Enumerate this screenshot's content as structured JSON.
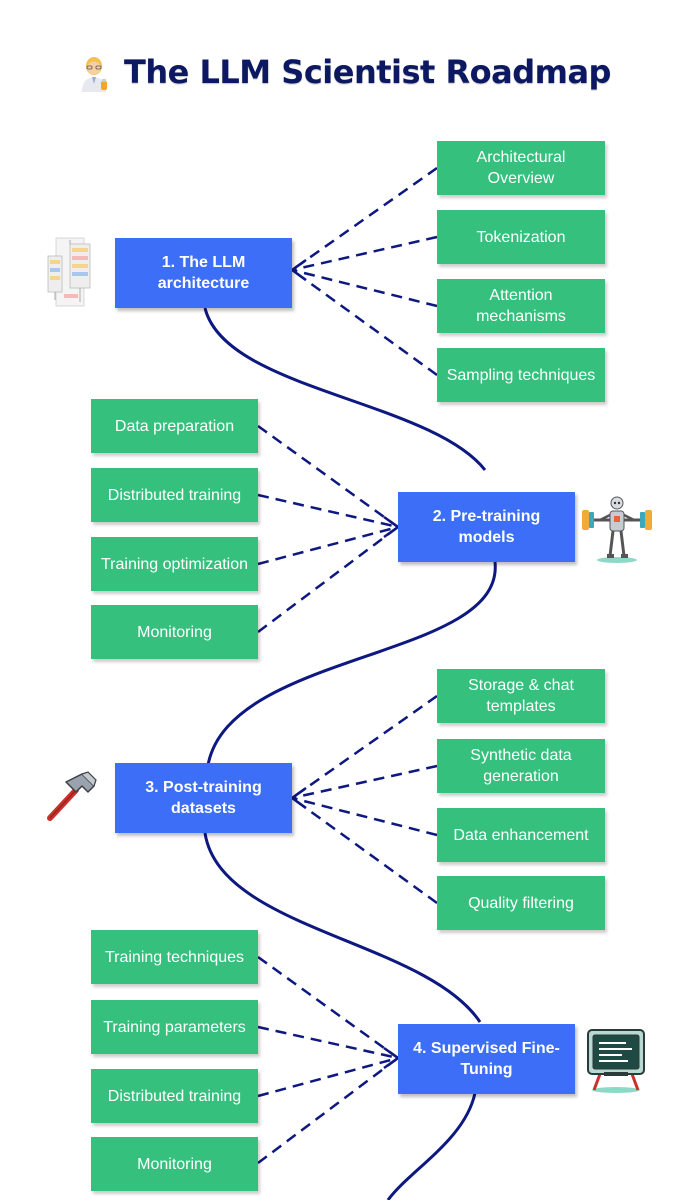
{
  "title": "The LLM Scientist Roadmap",
  "colors": {
    "main_node": "#3c6ef8",
    "sub_node": "#35c07e",
    "path": "#0d1880",
    "title": "#0d1863"
  },
  "sections": [
    {
      "label": "1. The LLM architecture",
      "icon": "transformer-diagram-icon",
      "topics": [
        "Architectural Overview",
        "Tokenization",
        "Attention mechanisms",
        "Sampling techniques"
      ]
    },
    {
      "label": "2. Pre-training models",
      "icon": "robot-weightlifter-icon",
      "topics": [
        "Data preparation",
        "Distributed training",
        "Training optimization",
        "Monitoring"
      ]
    },
    {
      "label": "3. Post-training datasets",
      "icon": "hammer-icon",
      "topics": [
        "Storage & chat templates",
        "Synthetic data generation",
        "Data enhancement",
        "Quality filtering"
      ]
    },
    {
      "label": "4. Supervised Fine-Tuning",
      "icon": "chalkboard-icon",
      "topics": [
        "Training techniques",
        "Training parameters",
        "Distributed training",
        "Monitoring"
      ]
    }
  ]
}
